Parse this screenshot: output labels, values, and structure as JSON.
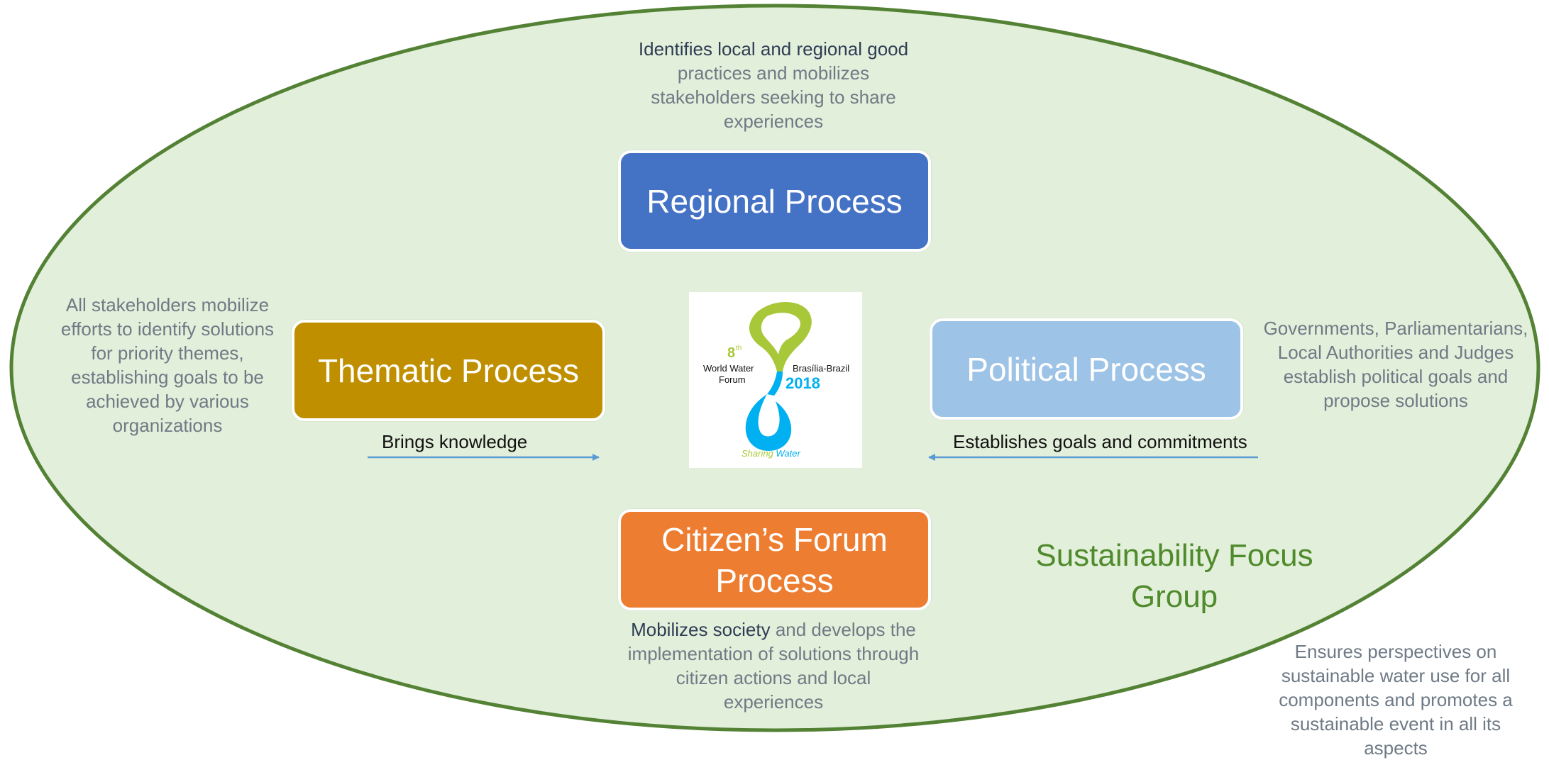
{
  "regional": {
    "title": "Regional Process",
    "desc_bold": "Identifies local and regional good",
    "desc_rest": "practices and mobilizes stakeholders seeking to share experiences",
    "color": "#4472C4"
  },
  "thematic": {
    "title": "Thematic Process",
    "desc": "All stakeholders mobilize efforts to identify solutions for priority themes, establishing goals to be achieved by various organizations",
    "arrow_label": "Brings knowledge",
    "color": "#BF8F00"
  },
  "political": {
    "title": "Political Process",
    "desc": "Governments, Parliamentarians, Local Authorities and Judges establish political goals and propose solutions",
    "arrow_label": "Establishes goals and commitments",
    "color": "#9DC3E6"
  },
  "citizen": {
    "title": "Citizen’s Forum Process",
    "desc_bold": "Mobilizes society",
    "desc_rest": " and develops the implementation of solutions through citizen actions and local experiences",
    "color": "#ED7D31"
  },
  "sustainability": {
    "title": "Sustainability Focus Group",
    "desc": "Ensures perspectives on sustainable water use for all components and promotes a sustainable event in all its aspects",
    "color": "#548235"
  },
  "logo": {
    "edition": "8",
    "edition_suffix": "th",
    "forum_line1": "World Water",
    "forum_line2": "Forum",
    "location": "Brasília-Brazil",
    "year": "2018",
    "tagline_a": "Sharing ",
    "tagline_b": "Water"
  },
  "colors": {
    "ellipse_fill": "#E2EFDA",
    "ellipse_stroke": "#548235",
    "arrow": "#5B9BD5",
    "desc_text": "#6F7A86"
  }
}
